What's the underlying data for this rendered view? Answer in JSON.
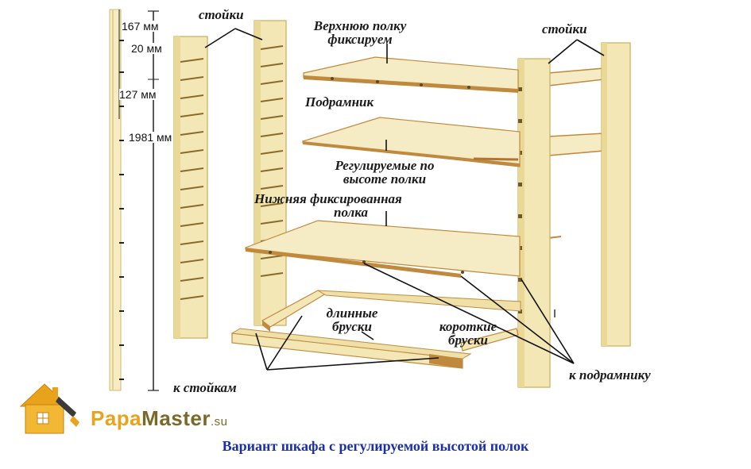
{
  "labels": {
    "posts_left": "стойки",
    "posts_right": "стойки",
    "top_shelf_line1": "Верхнюю полку",
    "top_shelf_line2": "фиксируем",
    "subframe": "Подрамник",
    "adjustable_line1": "Регулируемые по",
    "adjustable_line2": "высоте полки",
    "bottom_line1": "Нижняя фиксированная",
    "bottom_line2": "полка",
    "long_bars_line1": "длинные",
    "long_bars_line2": "бруски",
    "short_bars_line1": "короткие",
    "short_bars_line2": "бруски",
    "to_posts": "к стойкам",
    "to_subframe": "к подрамнику"
  },
  "dimensions": {
    "d1": "167 мм",
    "d2": "20 мм",
    "d3": "127 мм",
    "d4": "1981 мм"
  },
  "brand": {
    "part1": "Papa",
    "part2": "Master",
    "suffix": ".su",
    "accent_color": "#e8a21c",
    "secondary_color": "#7a6a2a"
  },
  "caption": "Вариант шкафа с регулируемой высотой полок",
  "colors": {
    "wood": "#f3e7b6",
    "wood_edge": "#c9ad5a",
    "shelf": "#f5ebc4",
    "shelf_edge": "#c08a3e",
    "caption": "#1c2fa8"
  }
}
